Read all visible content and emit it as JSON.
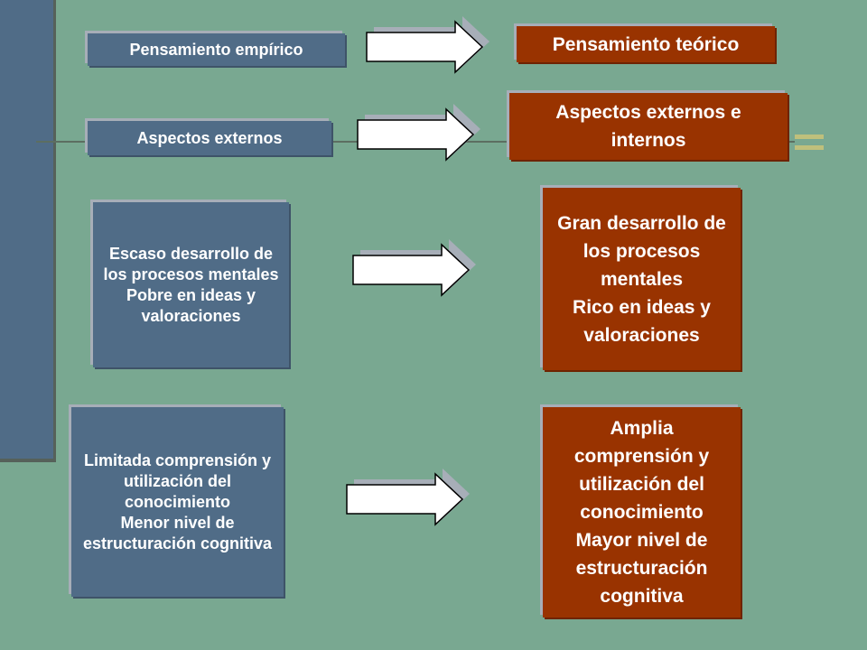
{
  "diagram": {
    "rows": [
      {
        "left": "Pensamiento empírico",
        "right": "Pensamiento teórico"
      },
      {
        "left": "Aspectos externos",
        "right": "Aspectos externos e internos"
      },
      {
        "left": "Escaso desarrollo de los procesos mentales\nPobre en ideas y valoraciones",
        "right": "Gran desarrollo de los procesos mentales\nRico en ideas y valoraciones"
      },
      {
        "left": "Limitada comprensión y utilización del conocimiento\nMenor nivel de estructuración cognitiva",
        "right": "Amplia comprensión y utilización del conocimiento\nMayor nivel de estructuración cognitiva"
      }
    ]
  },
  "colors": {
    "background": "#79A891",
    "left_box": "#506C87",
    "right_box": "#993300",
    "arrow_fill": "#FFFFFF",
    "text": "#FFFFFF"
  }
}
